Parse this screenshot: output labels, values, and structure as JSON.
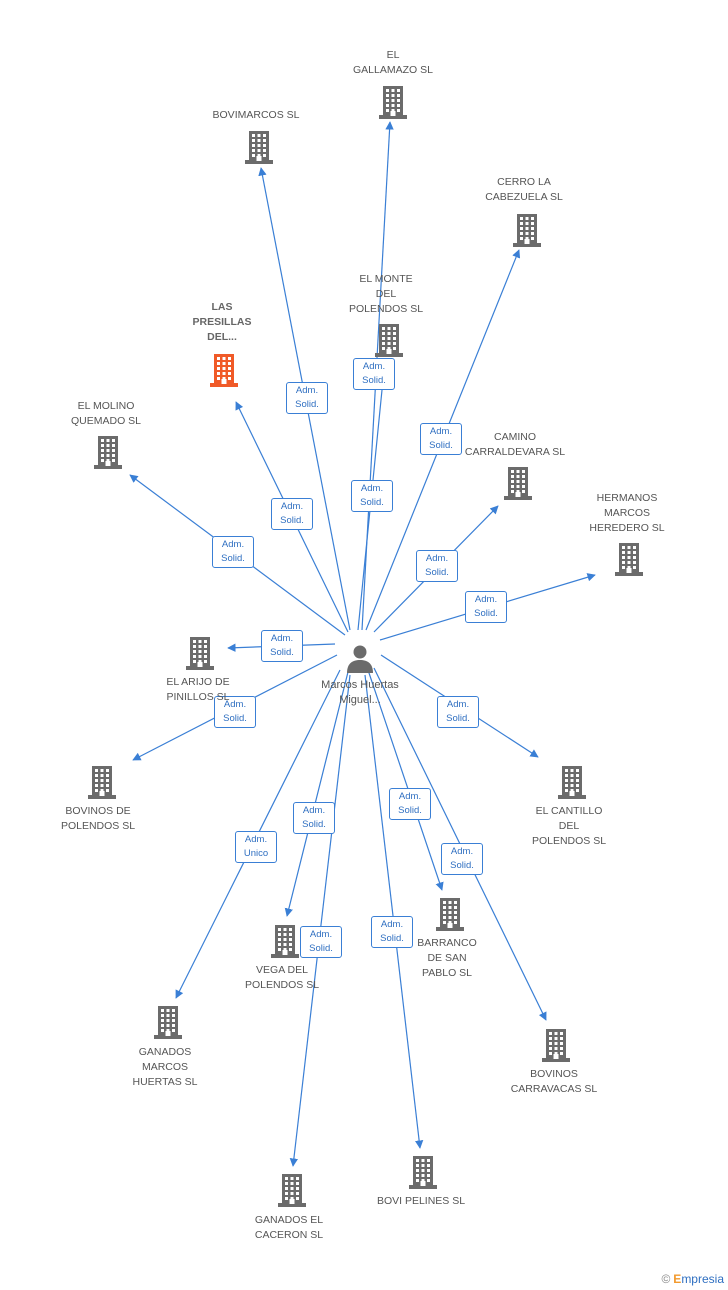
{
  "center": {
    "name": "Marcos Huertas Miguel..."
  },
  "nodes": [
    {
      "id": "gallamazo",
      "label": "EL GALLAMAZO SL",
      "highlight": false
    },
    {
      "id": "bovimarcos",
      "label": "BOVIMARCOS SL",
      "highlight": false
    },
    {
      "id": "cerro",
      "label": "CERRO LA CABEZUELA SL",
      "highlight": false
    },
    {
      "id": "monte",
      "label": "EL MONTE DEL POLENDOS SL",
      "highlight": false
    },
    {
      "id": "presillas",
      "label": "LAS PRESILLAS DEL...",
      "highlight": true
    },
    {
      "id": "molino",
      "label": "EL MOLINO QUEMADO SL",
      "highlight": false
    },
    {
      "id": "camino",
      "label": "CAMINO CARRALDEVARA SL",
      "highlight": false
    },
    {
      "id": "hermanos",
      "label": "HERMANOS MARCOS HEREDERO SL",
      "highlight": false
    },
    {
      "id": "arijo",
      "label": "EL ARIJO DE PINILLOS SL",
      "highlight": false
    },
    {
      "id": "bovinos_pol",
      "label": "BOVINOS DE POLENDOS SL",
      "highlight": false
    },
    {
      "id": "cantillo",
      "label": "EL CANTILLO DEL POLENDOS SL",
      "highlight": false
    },
    {
      "id": "barranco",
      "label": "BARRANCO DE SAN PABLO SL",
      "highlight": false
    },
    {
      "id": "vega",
      "label": "VEGA DEL POLENDOS SL",
      "highlight": false
    },
    {
      "id": "ganados_mh",
      "label": "GANADOS MARCOS HUERTAS SL",
      "highlight": false
    },
    {
      "id": "bovinos_car",
      "label": "BOVINOS CARRAVACAS SL",
      "highlight": false
    },
    {
      "id": "ganados_cac",
      "label": "GANADOS EL CACERON SL",
      "highlight": false
    },
    {
      "id": "bovi_pel",
      "label": "BOVI PELINES SL",
      "highlight": false
    }
  ],
  "edges": [
    {
      "to": "gallamazo",
      "role": "Adm. Solid."
    },
    {
      "to": "bovimarcos",
      "role": "Adm. Solid."
    },
    {
      "to": "cerro",
      "role": "Adm. Solid."
    },
    {
      "to": "monte",
      "role": "Adm. Solid."
    },
    {
      "to": "presillas",
      "role": "Adm. Solid."
    },
    {
      "to": "molino",
      "role": "Adm. Solid."
    },
    {
      "to": "camino",
      "role": "Adm. Solid."
    },
    {
      "to": "hermanos",
      "role": "Adm. Solid."
    },
    {
      "to": "arijo",
      "role": "Adm. Solid."
    },
    {
      "to": "bovinos_pol",
      "role": "Adm. Solid."
    },
    {
      "to": "cantillo",
      "role": "Adm. Solid."
    },
    {
      "to": "barranco",
      "role": "Adm. Solid."
    },
    {
      "to": "vega",
      "role": "Adm. Solid."
    },
    {
      "to": "ganados_mh",
      "role": "Adm. Unico"
    },
    {
      "to": "bovinos_car",
      "role": "Adm. Solid."
    },
    {
      "to": "ganados_cac",
      "role": "Adm. Solid."
    },
    {
      "to": "bovi_pel",
      "role": "Adm. Solid."
    }
  ],
  "colors": {
    "edge": "#3a7fd5",
    "building": "#6b6b6b",
    "highlight": "#f05a28",
    "person": "#6b6b6b"
  },
  "watermark": {
    "symbol": "©",
    "brand_first": "E",
    "brand_rest": "mpresia"
  }
}
